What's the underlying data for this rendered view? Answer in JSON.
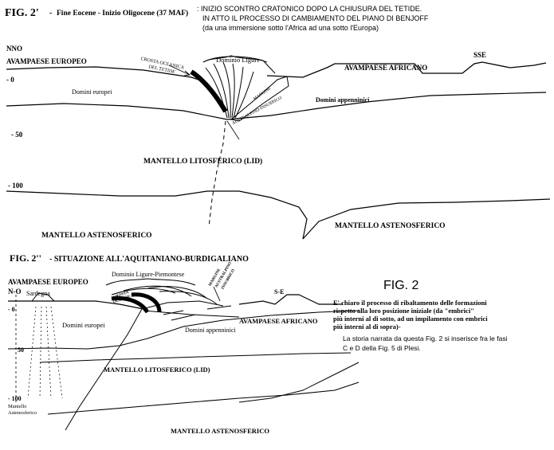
{
  "fig_top": {
    "label": "FIG. 2'",
    "dash": "-",
    "period": "Fine Eocene - Inizio Oligocene (37 MAF)",
    "caption_lines": [
      ": INIZIO SCONTRO CRATONICO DOPO LA CHIUSURA DEL TETIDE.",
      "IN ATTO IL PROCESSO DI CAMBIAMENTO DEL PIANO DI BENJOFF",
      "(da una immersione sotto l'Africa ad una sotto l'Europa)"
    ],
    "nno": "NNO",
    "sse": "SSE",
    "avampaese_europeo": "AVAMPAESE EUROPEO",
    "avampaese_africano": "AVAMPAESE AFRICANO",
    "crosta_oceanica": [
      "CROSTA OCEANICA",
      "DEL TETIDE"
    ],
    "dominio_ligure": "Dominio Ligure",
    "domini_europei": "Domini europei",
    "domini_appenninici": "Domini appenninici",
    "margine": [
      "MARGINE",
      "AUSTRALPINO-INSUBRICO"
    ],
    "depth_0": "- 0",
    "depth_50": "- 50",
    "depth_100": "- 100",
    "mantello_lito": "MANTELLO LITOSFERICO (LID)",
    "mantello_asteno_left": "MANTELLO ASTENOSFERICO",
    "mantello_asteno_right": "MANTELLO ASTENOSFERICO"
  },
  "fig_bottom": {
    "label": "FIG. 2''",
    "title": "- SITUAZIONE ALL'AQUITANIANO-BURDIGALIANO",
    "avampaese_europeo": "AVAMPAESE EUROPEO",
    "no": "N-O",
    "se": "S-E",
    "sardegna": "Sardegna",
    "dominio": "Dominio Ligure-Piemontese",
    "crosta": [
      "CROSTA",
      "OCEANICA"
    ],
    "margine": [
      "MARGINE",
      "AUSTRALPINO",
      "INSUBRICO"
    ],
    "domini_europei": "Domini europei",
    "domini_appenninici": "Domini appenninici",
    "avampaese_africano": "AVAMPAESE AFRICANO",
    "depth_0": "- 0",
    "depth_50": "50",
    "depth_100": "- 100",
    "mantello_small": [
      "Mantello",
      "Astenosferico"
    ],
    "mantello_lito": "MANTELLO LITOSFERICO (LID)",
    "mantello_asteno": "MANTELLO ASTENOSFERICO"
  },
  "side": {
    "fig_title": "FIG. 2",
    "bold_lines": [
      "E' chiaro il processo di ribaltamento delle formazioni",
      "rispetto alla loro posizione iniziale (da \"embrici\"",
      "più interni al di sotto, ad un impilamento con embrici",
      "più interni al di sopra)-"
    ],
    "note_lines": [
      "La storia narrata da questa Fig. 2 si inserisce fra le fasi",
      "C e D della Fig. 5 di Plesi."
    ]
  }
}
